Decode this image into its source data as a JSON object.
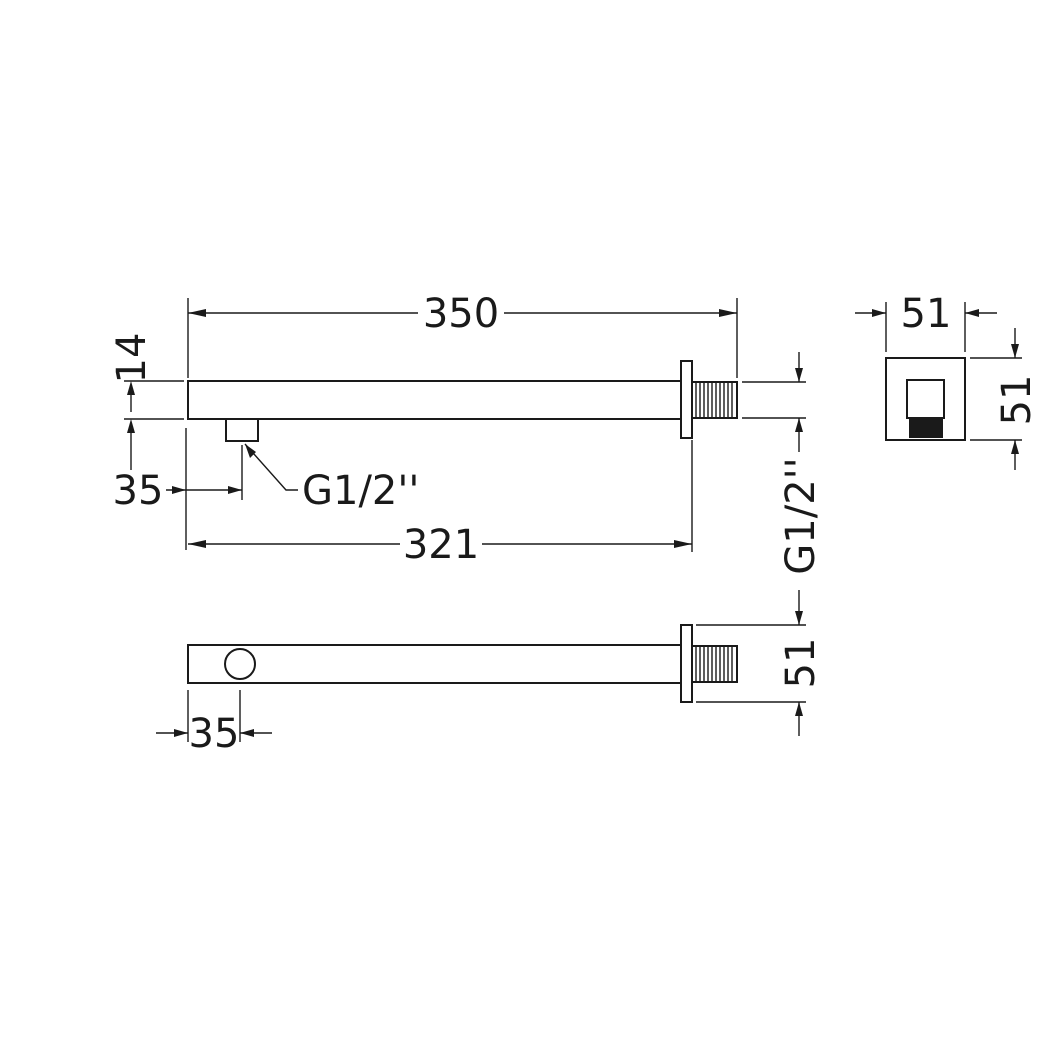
{
  "dimensions": {
    "overall_length": "350",
    "outlet_position": "35",
    "arm_length": "321",
    "arm_height": "14",
    "thread_outlet": "G1/2''",
    "thread_inlet": "G1/2''",
    "arm_width": "51",
    "bottom_outlet_offset": "35",
    "plate_width": "51",
    "plate_height": "51"
  }
}
